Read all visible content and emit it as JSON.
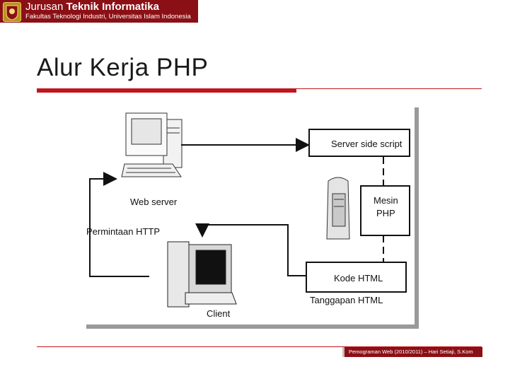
{
  "header": {
    "dept_prefix": "Jurusan",
    "dept_name": "Teknik Informatika",
    "faculty": "Fakultas Teknologi Industri, Universitas Islam Indonesia"
  },
  "slide": {
    "title": "Alur Kerja PHP"
  },
  "diagram": {
    "labels": {
      "web_server": "Web server",
      "server_side_script": "Server side script",
      "mesin_php_line1": "Mesin",
      "mesin_php_line2": "PHP",
      "permintaan_http": "Permintaan HTTP",
      "kode_html": "Kode HTML",
      "tanggapan_html": "Tanggapan HTML",
      "client": "Client"
    }
  },
  "footer": {
    "text": "Pemograman Web (2010/2011) – Hari Setiaji, S.Kom"
  },
  "colors": {
    "brand_red": "#8b1016",
    "accent_red": "#c0161e",
    "crest_gold": "#b8941f"
  }
}
